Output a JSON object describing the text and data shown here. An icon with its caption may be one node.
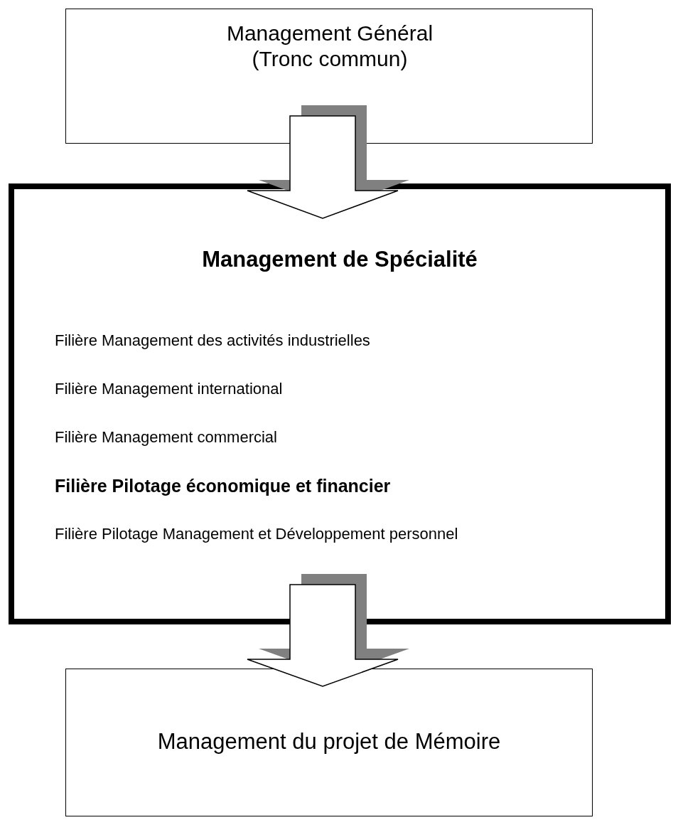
{
  "diagram": {
    "nodes": [
      {
        "text": [
          "Management Général (Tronc commun)"
        ]
      },
      {
        "text": [
          "Management de Spécialité",
          "Filière Management des activités industrielles",
          "Filière Management international",
          "Filière Management commercial",
          "Filière Pilotage économique et financier",
          "Filière Pilotage Management et Développement personnel"
        ]
      },
      {
        "text": [
          "Management du projet de Mémoire"
        ]
      }
    ],
    "edges": [
      {
        "from": 0,
        "to": 1,
        "arrow": "to"
      },
      {
        "from": 1,
        "to": 2,
        "arrow": "to"
      }
    ]
  }
}
